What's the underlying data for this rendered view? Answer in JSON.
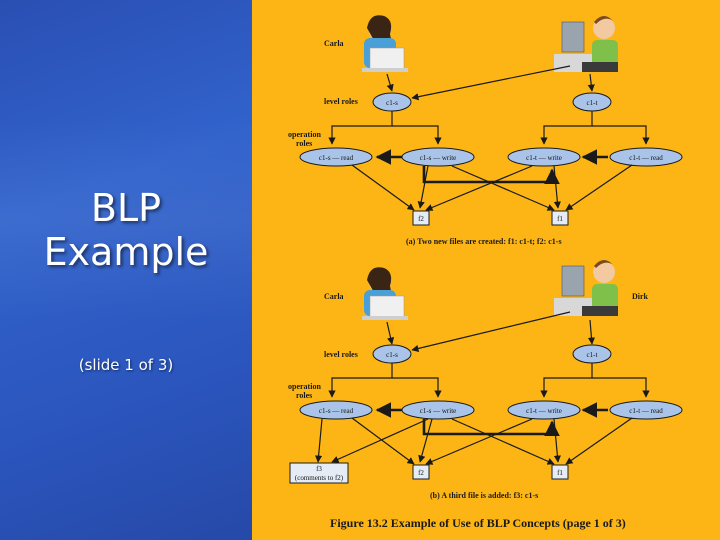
{
  "slide": {
    "title_line1": "BLP",
    "title_line2": "Example",
    "subtitle": "(slide 1 of 3)"
  },
  "figure": {
    "panel_a": {
      "user_left": "Carla",
      "level_roles_label": "level roles",
      "operation_roles_label_1": "operation",
      "operation_roles_label_2": "roles",
      "level_left": "c1-s",
      "level_right": "c1-t",
      "op1": "c1-s — read",
      "op2": "c1-s — write",
      "op3": "c1-t — write",
      "op4": "c1-t — read",
      "file_left": "f2",
      "file_right": "f1",
      "caption": "(a) Two new files are created: f1: c1-t; f2: c1-s"
    },
    "panel_b": {
      "user_left": "Carla",
      "user_right": "Dirk",
      "level_roles_label": "level roles",
      "operation_roles_label_1": "operation",
      "operation_roles_label_2": "roles",
      "level_left": "c1-s",
      "level_right": "c1-t",
      "op1": "c1-s — read",
      "op2": "c1-s — write",
      "op3": "c1-t — write",
      "op4": "c1-t — read",
      "file3_line1": "f3",
      "file3_line2": "(comments to f2)",
      "file_left": "f2",
      "file_right": "f1",
      "caption": "(b) A third file is added: f3: c1-s"
    },
    "figure_caption": "Figure 13.2  Example of Use of BLP Concepts (page 1 of 3)"
  },
  "colors": {
    "left_panel": "#2b56be",
    "right_panel": "#fdb515",
    "node_fill": "#a9c4e8"
  }
}
